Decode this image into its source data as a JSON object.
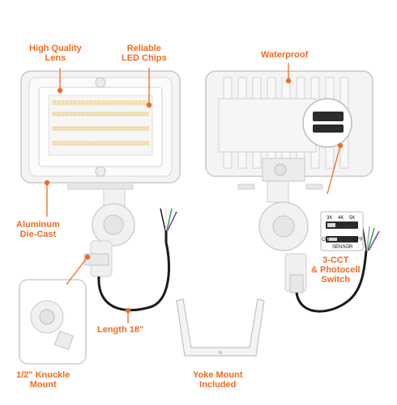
{
  "colors": {
    "accent": "#f26a21",
    "housing": "#f4f4f4",
    "outline": "#c9c9c9",
    "led_warm": "#e8c27a"
  },
  "labels": {
    "high_quality_lens": [
      "High Quality",
      "Lens"
    ],
    "reliable_led_chips": [
      "Reliable",
      "LED Chips"
    ],
    "waterproof": [
      "Waterproof"
    ],
    "aluminum_die_cast": [
      "Aluminum",
      "Die-Cast"
    ],
    "three_cct_photocell": [
      "3-CCT",
      "& Photocell",
      "Switch"
    ],
    "length": [
      "Length 18\""
    ],
    "knuckle_mount": [
      "1/2\" Knuckle",
      "Mount"
    ],
    "yoke_mount": [
      "Yoke Mount",
      "Included"
    ]
  },
  "switch": {
    "cct_options": [
      "3K",
      "4K",
      "5K"
    ],
    "on": "ON",
    "off": "OFF",
    "sensor": "SENSOR"
  },
  "icons": [
    "flood-light-front",
    "flood-light-back",
    "knuckle-mount",
    "yoke-bracket",
    "switch-panel",
    "wire-leads"
  ]
}
